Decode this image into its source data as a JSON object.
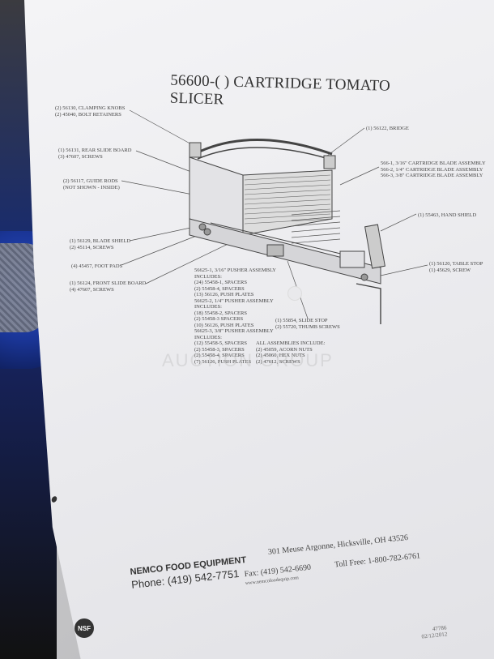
{
  "document": {
    "title": "56600-( ) CARTRIDGE TOMATO SLICER",
    "labels": {
      "clamping_knobs": "(2) 56130, CLAMPING KNOBS\n(2) 45040, BOLT RETAINERS",
      "bridge": "(1) 56122, BRIDGE",
      "rear_slide_board": "(1) 56131, REAR SLIDE BOARD\n(3) 47607, SCREWS",
      "cartridge_blades": "566-1, 3/16\" CARTRIDGE BLADE ASSEMBLY\n566-2, 1/4\" CARTRIDGE BLADE ASSEMBLY\n566-3, 3/8\" CARTRIDGE BLADE ASSEMBLY",
      "guide_rods": "(2) 56117, GUIDE RODS\n(NOT SHOWN - INSIDE)",
      "hand_shield": "(1) 55463, HAND SHIELD",
      "blade_shield": "(1) 56129, BLADE SHIELD\n(2) 45114, SCREWS",
      "foot_pads": "(4) 45457, FOOT PADS",
      "table_stop": "(1) 56120, TABLE STOP\n(1) 45629, SCREW",
      "front_slide_board": "(1) 56124, FRONT SLIDE BOARD\n(4) 47607, SCREWS",
      "pusher_assembly": "56625-1, 3/16\" PUSHER ASSEMBLY\nINCLUDES:\n(24) 55458-1, SPACERS\n(2) 55458-4, SPACERS\n(13) 56126, PUSH PLATES\n56625-2, 1/4\" PUSHER ASSEMBLY\nINCLUDES:\n(18) 55458-2, SPACERS\n(2) 55458-3 SPACERS\n(10) 56126, PUSH PLATES\n56625-3, 3/8\" PUSHER ASSEMBLY\nINCLUDES:\n(12) 55458-5, SPACERS\n(2) 55458-3, SPACERS\n(2) 55458-4, SPACERS\n(7) 56126, PUSH PLATES",
      "slide_stop": "(1) 55854, SLIDE STOP\n(2) 55720, THUMB SCREWS",
      "all_assemblies": "ALL ASSEMBLIES INCLUDE:\n(2) 45059, ACORN NUTS\n(2) 45060, HEX NUTS\n(2) 47612, SCREWS"
    },
    "watermark": "AUCTION GROUP",
    "footer": {
      "company": "NEMCO FOOD EQUIPMENT",
      "phone": "Phone: (419) 542-7751",
      "address": "301 Meuse Argonne, Hicksville, OH 43526",
      "fax": "Fax: (419) 542-6690",
      "toll_free": "Toll Free: 1-800-782-6761",
      "web": "www.nemcofoodequip.com"
    },
    "doc_number": "47786\n02/12/2012",
    "nsf_mark": "NSF"
  }
}
